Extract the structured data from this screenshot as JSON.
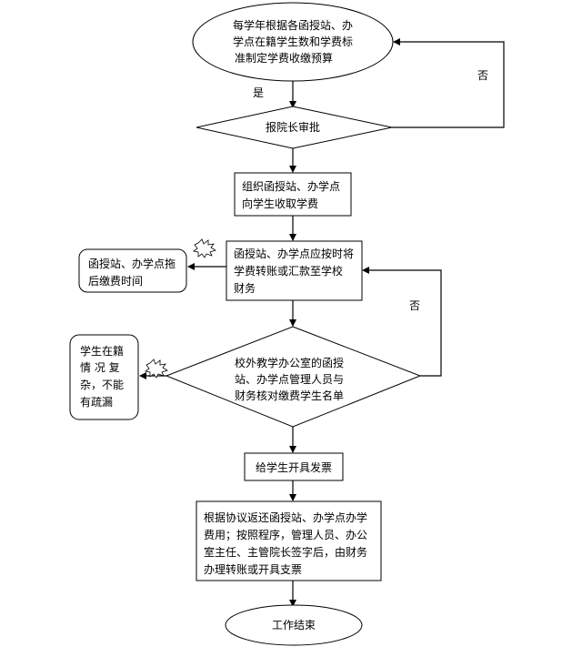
{
  "diagram": {
    "type": "flowchart",
    "nodes": {
      "start": {
        "shape": "ellipse",
        "lines": [
          "每学年根据各函授站、办",
          "学点在籍学生数和学费标",
          "准制定学费收缴预算"
        ]
      },
      "approve": {
        "shape": "diamond",
        "lines": [
          "报院长审批"
        ]
      },
      "collect": {
        "shape": "rect",
        "lines": [
          "组织函授站、办学点",
          "向学生收取学费"
        ]
      },
      "transfer": {
        "shape": "rect",
        "lines": [
          "函授站、办学点应按时将",
          "学费转账或汇款至学校",
          "财务"
        ]
      },
      "risk_delay": {
        "shape": "rounded-rect",
        "lines": [
          "函授站、办学点拖",
          "后缴费时间"
        ]
      },
      "verify": {
        "shape": "diamond",
        "lines": [
          "校外教学办公室的函授",
          "站、办学点管理人员与",
          "财务核对缴费学生名单"
        ]
      },
      "risk_complex": {
        "shape": "rounded-rect",
        "lines": [
          "学生在籍",
          "情 况 复",
          "杂，不能",
          "有疏漏"
        ]
      },
      "invoice": {
        "shape": "rect",
        "lines": [
          "给学生开具发票"
        ]
      },
      "refund": {
        "shape": "rect",
        "lines": [
          "根据协议返还函授站、办学点办学",
          "费用；按照程序，管理人员、办公",
          "室主任、主管院长签字后，由财务",
          "办理转账或开具支票"
        ]
      },
      "end": {
        "shape": "ellipse",
        "lines": [
          "工作结束"
        ]
      }
    },
    "edges": [
      {
        "from": "start",
        "to": "approve",
        "label": "是"
      },
      {
        "from": "approve",
        "to": "start",
        "label": "否"
      },
      {
        "from": "approve",
        "to": "collect",
        "label": ""
      },
      {
        "from": "collect",
        "to": "transfer",
        "label": ""
      },
      {
        "from": "transfer",
        "to": "risk_delay",
        "label": "",
        "marker": "risk-burst"
      },
      {
        "from": "transfer",
        "to": "verify",
        "label": ""
      },
      {
        "from": "verify",
        "to": "transfer",
        "label": "否"
      },
      {
        "from": "verify",
        "to": "risk_complex",
        "label": "",
        "marker": "risk-burst"
      },
      {
        "from": "verify",
        "to": "invoice",
        "label": ""
      },
      {
        "from": "invoice",
        "to": "refund",
        "label": ""
      },
      {
        "from": "refund",
        "to": "end",
        "label": ""
      }
    ],
    "labels": {
      "yes": "是",
      "no_top": "否",
      "no_mid": "否"
    }
  }
}
